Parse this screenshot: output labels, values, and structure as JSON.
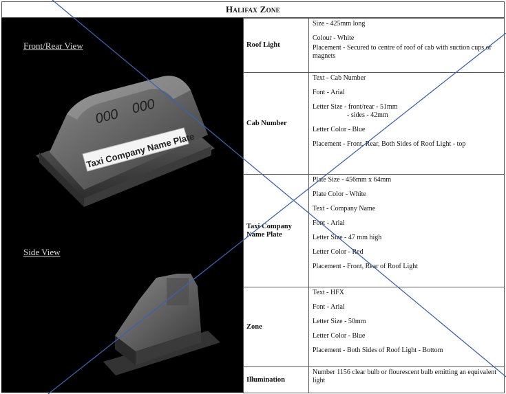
{
  "document": {
    "title": "Halifax Zone",
    "views": {
      "front_rear_label": "Front/Rear View",
      "side_label": "Side View",
      "cab_number_sample": "000",
      "plate_sample_text": "Taxi Company Name Plate"
    },
    "rows": [
      {
        "category": "Roof Light",
        "details": [
          "Size - 425mm long",
          "Colour - White",
          "Placement - Secured to centre of roof of cab with suction cups or magnets"
        ]
      },
      {
        "category": "Cab Number",
        "details": [
          "Text - Cab Number",
          "Font - Arial",
          "Letter Size - front/rear - 51mm",
          "- sides - 42mm",
          "Letter Color - Blue",
          "Placement - Front, Rear, Both Sides of Roof Light - top"
        ]
      },
      {
        "category": "Taxi Company Name Plate",
        "details": [
          "Plate Size - 456mm x 64mm",
          "Plate Color - White",
          "Text - Company Name",
          "Font - Arial",
          "Letter Size - 47 mm high",
          "Letter Color - Red",
          "Placement - Front, Rear of Roof Light"
        ]
      },
      {
        "category": "Zone",
        "details": [
          "Text - HFX",
          "Font - Arial",
          "Letter Size - 50mm",
          "Letter Color - Blue",
          "Placement - Both Sides of Roof Light - Bottom"
        ]
      },
      {
        "category": "Illumination",
        "details": [
          "Number 1156 clear bulb or flourescent bulb emitting an equivalent light"
        ]
      }
    ]
  },
  "colors": {
    "photo_background": "#000000",
    "cross_lines": "#3a63b0",
    "border": "#555555"
  }
}
